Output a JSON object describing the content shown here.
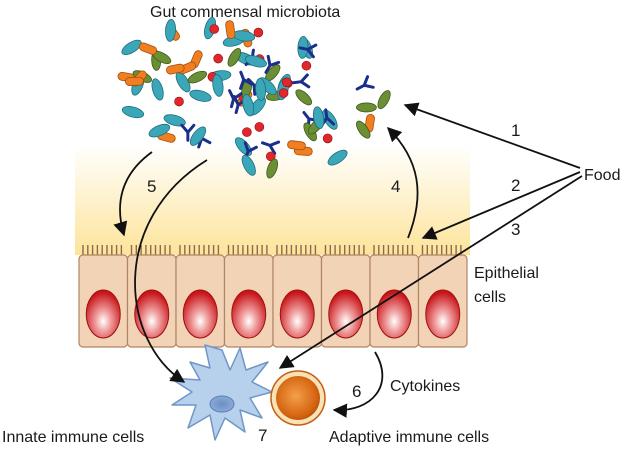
{
  "labels": {
    "microbiota": "Gut commensal microbiota",
    "food": "Food",
    "epithelial_line1": "Epithelial",
    "epithelial_line2": "cells",
    "cytokines": "Cytokines",
    "innate": "Innate immune cells",
    "adaptive": "Adaptive immune cells"
  },
  "numbers": {
    "n1": "1",
    "n2": "2",
    "n3": "3",
    "n4": "4",
    "n5": "5",
    "n6": "6",
    "n7": "7"
  },
  "colors": {
    "cell_fill": "#f2d3b5",
    "cell_stroke": "#b08566",
    "nucleus": "#d01f1f",
    "mucus_top": "#ffffff",
    "mucus_bottom": "#fde9a0",
    "innate_cell": "#b9d3ee",
    "adaptive_cell": "#e0701a",
    "bacteria_green": "#6b8f35",
    "bacteria_teal": "#3aa6b8",
    "bacteria_orange": "#f07f22",
    "bacteria_navy": "#1b2e8a",
    "bacteria_red": "#e3262c"
  }
}
